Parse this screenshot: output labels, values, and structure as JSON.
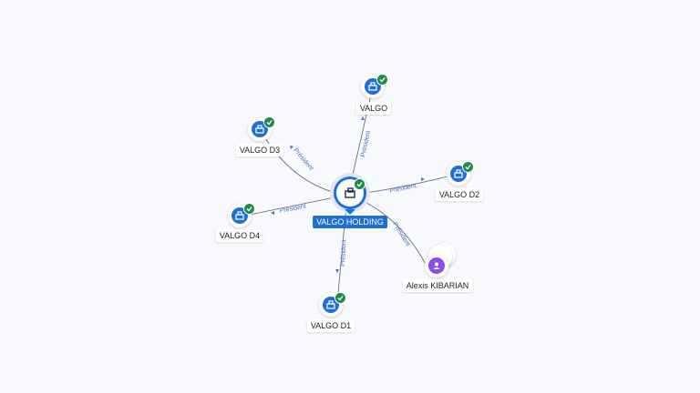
{
  "graph": {
    "center": {
      "label": "VALGO HOLDING"
    },
    "nodes": [
      {
        "id": "valgo",
        "label": "VALGO",
        "type": "company",
        "verified": true
      },
      {
        "id": "valgo-d3",
        "label": "VALGO D3",
        "type": "company",
        "verified": true
      },
      {
        "id": "valgo-d2",
        "label": "VALGO D2",
        "type": "company",
        "verified": true
      },
      {
        "id": "valgo-d4",
        "label": "VALGO D4",
        "type": "company",
        "verified": true
      },
      {
        "id": "valgo-d1",
        "label": "VALGO D1",
        "type": "company",
        "verified": true
      },
      {
        "id": "alexis",
        "label": "Alexis KIBARIAN",
        "type": "person",
        "verified": false
      }
    ],
    "edges": [
      {
        "to": "valgo",
        "label": "Président"
      },
      {
        "to": "valgo-d3",
        "label": "Président"
      },
      {
        "to": "valgo-d2",
        "label": "Président"
      },
      {
        "to": "valgo-d4",
        "label": "Président"
      },
      {
        "to": "valgo-d1",
        "label": "Président"
      },
      {
        "to": "alexis",
        "label": "Président"
      }
    ]
  },
  "colors": {
    "company": "#1f6fdb",
    "person": "#8a4fe8",
    "verified": "#1f8a4c",
    "edge": "#555d6b",
    "edge_label": "#4e72c4"
  },
  "icons": {
    "company": "building-icon",
    "person": "user-icon",
    "verified": "check-icon"
  }
}
